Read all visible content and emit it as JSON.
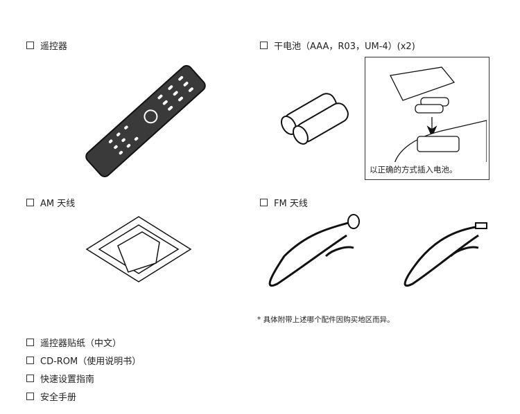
{
  "items_top": [
    {
      "label": "遥控器"
    },
    {
      "label": "干电池（AAA，R03，UM-4）(x2)"
    },
    {
      "label": "AM 天线"
    },
    {
      "label": "FM 天线"
    }
  ],
  "battery_caption": "以正确的方式插入电池。",
  "footnote": "* 具体附带上述哪个配件因购买地区而异。",
  "items_list": [
    {
      "label": "遥控器贴纸（中文）"
    },
    {
      "label": "CD-ROM（使用说明书）"
    },
    {
      "label": "快速设置指南"
    },
    {
      "label": "安全手册"
    }
  ]
}
